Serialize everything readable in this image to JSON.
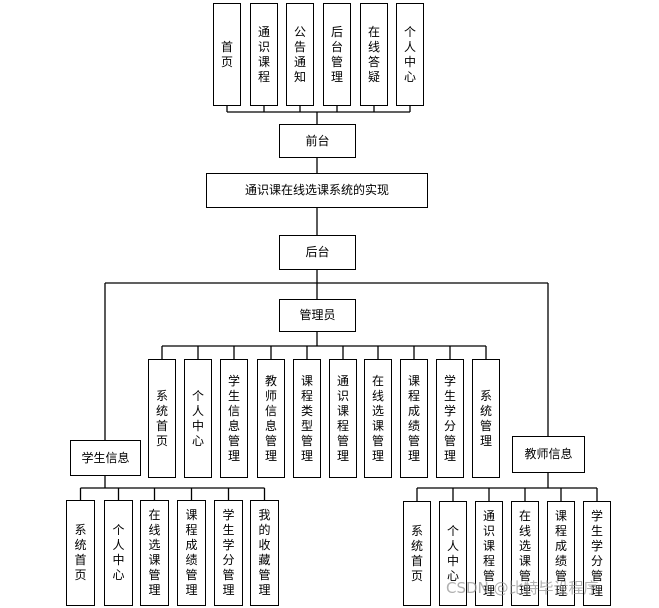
{
  "diagram": {
    "front_pages": [
      "首页",
      "通识课程",
      "公告通知",
      "后台管理",
      "在线答疑",
      "个人中心"
    ],
    "front_label": "前台",
    "system_title": "通识课在线选课系统的实现",
    "back_label": "后台",
    "admin_label": "管理员",
    "admin_modules": [
      "系统首页",
      "个人中心",
      "学生信息管理",
      "教师信息管理",
      "课程类型管理",
      "通识课程管理",
      "在线选课管理",
      "课程成绩管理",
      "学生学分管理",
      "系统管理"
    ],
    "student_label": "学生信息",
    "student_modules": [
      "系统首页",
      "个人中心",
      "在线选课管理",
      "课程成绩管理",
      "学生学分管理",
      "我的收藏管理"
    ],
    "teacher_label": "教师信息",
    "teacher_modules": [
      "系统首页",
      "个人中心",
      "通识课程管理",
      "在线选课管理",
      "课程成绩管理",
      "学生学分管理"
    ]
  },
  "watermark": "CSDN @比特毕设程序"
}
